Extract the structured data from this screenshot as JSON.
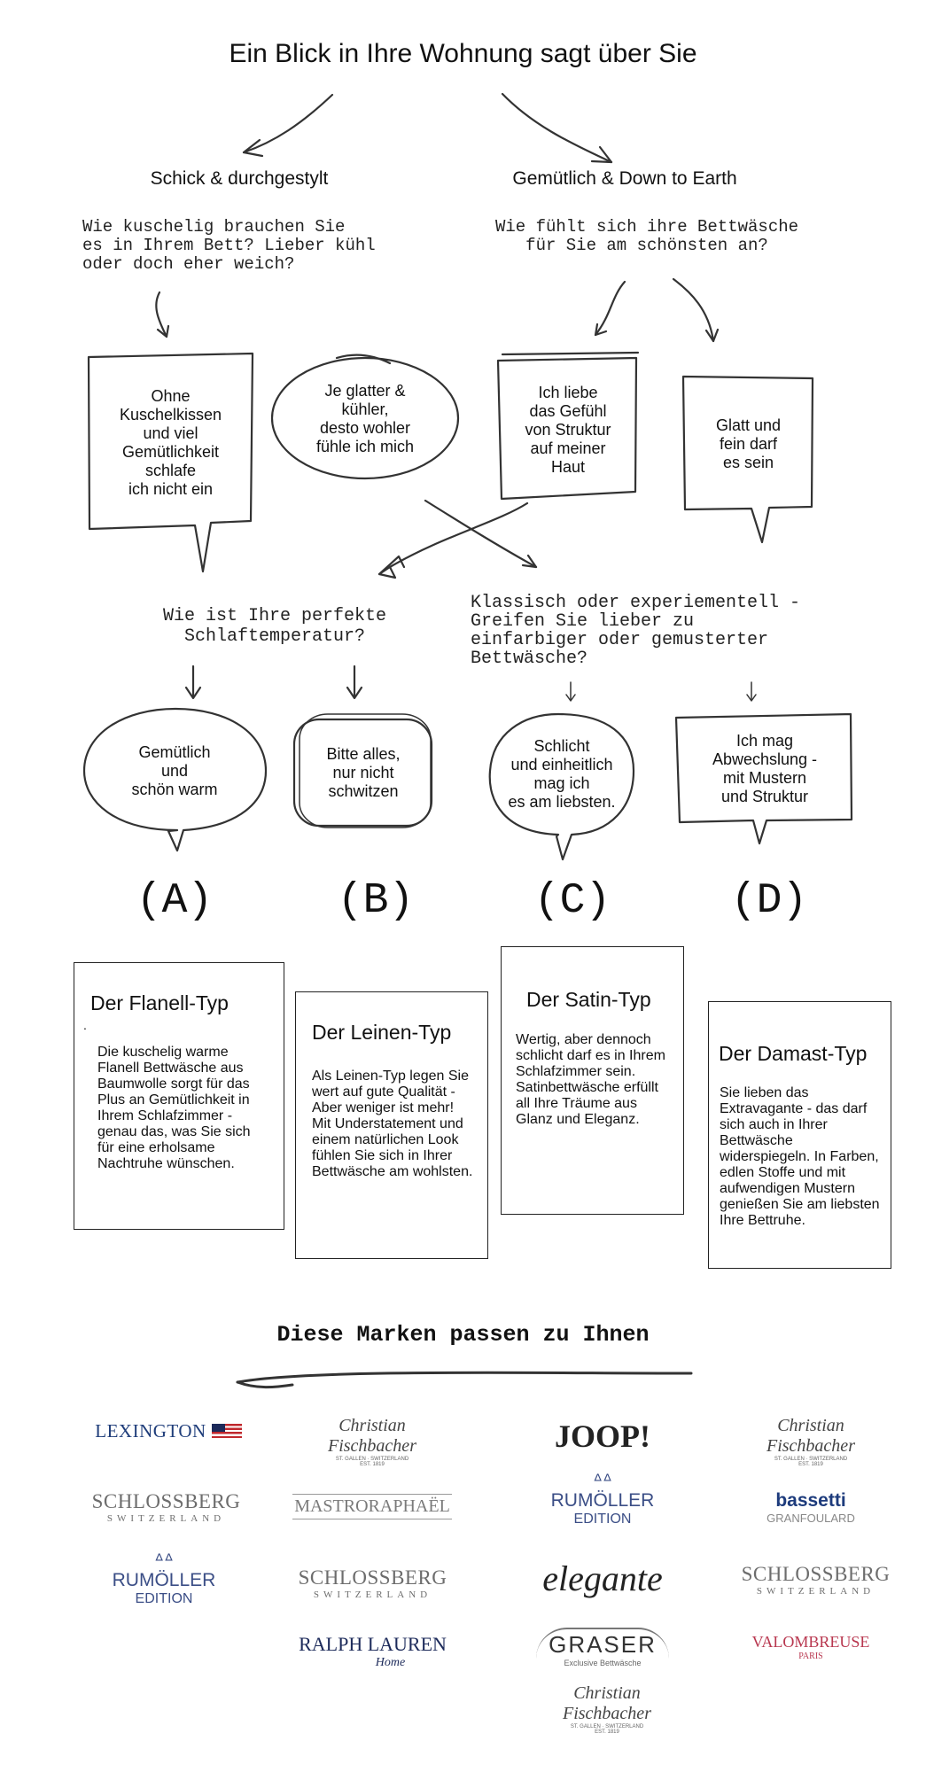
{
  "title": "Ein Blick in Ihre Wohnung sagt über Sie",
  "branches": {
    "left": "Schick & durchgestylt",
    "right": "Gemütlich & Down to Earth"
  },
  "questions": {
    "q1": "Wie kuschelig brauchen Sie\nes in Ihrem Bett?  Lieber kühl\noder doch eher weich?",
    "q2": "Wie fühlt sich ihre Bettwäsche\nfür Sie am schönsten an?",
    "q3": "Wie ist Ihre perfekte\nSchlaftemperatur?",
    "q4": "Klassisch oder experiementell -\nGreifen Sie lieber zu\neinfarbiger oder gemusterter\nBettwäsche?"
  },
  "bubbles": {
    "b1": "Ohne\nKuschelkissen\nund viel\nGemütlichkeit\nschlafe\nich nicht ein",
    "b2": "Je glatter &\nkühler,\ndesto wohler\nfühle ich mich",
    "b3": "Ich liebe\ndas Gefühl\nvon Struktur\nauf meiner\nHaut",
    "b4": "Glatt und\nfein darf\nes sein",
    "b5": "Gemütlich\nund\nschön warm",
    "b6": "Bitte alles,\nnur nicht\nschwitzen",
    "b7": "Schlicht\nund einheitlich\nmag ich\nes am liebsten.",
    "b8": "Ich mag\nAbwechslung -\nmit Mustern\nund Struktur"
  },
  "letters": [
    "(A)",
    "(B)",
    "(C)",
    "(D)"
  ],
  "cards": [
    {
      "title": "Der Flanell-Typ",
      "dot": ".",
      "text": "Die kuschelig warme Flanell Bettwäsche aus Baumwolle sorgt für das Plus an Gemütlichkeit in Ihrem Schlafzimmer - genau das, was Sie sich für eine erholsame Nachtruhe wünschen."
    },
    {
      "title": "Der Leinen-Typ",
      "text": "Als Leinen-Typ legen Sie wert auf gute Qualität - Aber weniger ist mehr! Mit Understatement und einem natürlichen Look fühlen Sie sich in Ihrer Bettwäsche am wohlsten."
    },
    {
      "title": "Der Satin-Typ",
      "text": "Wertig, aber dennoch schlicht darf es in Ihrem Schlafzimmer sein. Satinbettwäsche erfüllt all Ihre Träume aus Glanz und Eleganz."
    },
    {
      "title": "Der Damast-Typ",
      "text": "Sie lieben das Extravagante - das darf sich auch in Ihrer Bettwäsche widerspiegeln. In Farben, edlen Stoffe und mit aufwendigen Mustern genießen Sie am liebsten Ihre Bettruhe."
    }
  ],
  "brands_title": "Diese Marken passen zu Ihnen",
  "brands": {
    "lexington": "LEXINGTON",
    "fischbacher": "Christian Fischbacher",
    "fischbacher_sub": "ST. GALLEN · SWITZERLAND",
    "fischbacher_est": "EST. 1819",
    "joop": "JOOP!",
    "schlossberg": "SCHLOSSBERG",
    "schlossberg_sub": "SWITZERLAND",
    "mastro": "MASTRORAPHAËL",
    "rumoller": "RUMÖLLER",
    "rumoller_sub": "EDITION",
    "bassetti": "bassetti",
    "bassetti_sub": "GRANFOULARD",
    "elegante": "elegante",
    "ralph": "RALPH LAUREN",
    "ralph_sub": "Home",
    "graser": "GRASER",
    "graser_sub": "Exclusive Bettwäsche",
    "valombreuse": "VALOMBREUSE",
    "valombreuse_sub": "PARIS"
  },
  "colors": {
    "lexington_blue": "#1f3d7a",
    "flag_red": "#c0282d",
    "navy": "#1c2a5a",
    "rumoller_blue": "#3b4e86",
    "bassetti_blue": "#1d3b7c",
    "valombreuse_red": "#b8374f",
    "grey_logo": "#6d6d6d"
  }
}
